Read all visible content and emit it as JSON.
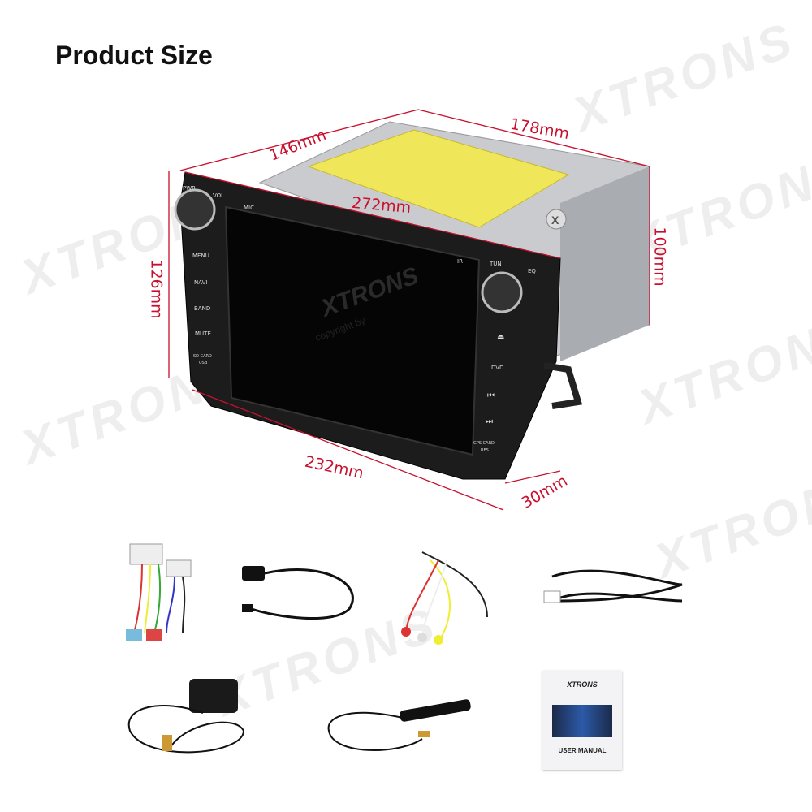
{
  "title": "Product Size",
  "watermark": "XTRONS",
  "dimensions": {
    "depth_top": "146mm",
    "length_top": "178mm",
    "width_top": "272mm",
    "height_right": "100mm",
    "height_left": "126mm",
    "width_bottom": "232mm",
    "depth_bottom": "30mm"
  },
  "head_unit": {
    "left_labels": [
      "PWR",
      "VOL",
      "MIC"
    ],
    "left_buttons": [
      "MENU",
      "NAVI",
      "BAND",
      "MUTE",
      "SD CARD",
      "USB"
    ],
    "right_labels": [
      "TUN",
      "EQ",
      "IR"
    ],
    "right_buttons": [
      "⏏",
      "DVD",
      "⏮",
      "⏭",
      "GPS CARD",
      "RES"
    ],
    "screen_watermark": "XTRONS",
    "screen_copyright": "copyright by"
  },
  "accessories": [
    {
      "name": "power-harness"
    },
    {
      "name": "usb-cable"
    },
    {
      "name": "rca-harness"
    },
    {
      "name": "extension-cable"
    },
    {
      "name": "gps-antenna"
    },
    {
      "name": "dab-antenna"
    },
    {
      "name": "user-manual",
      "brand": "XTRONS",
      "label": "USER MANUAL"
    }
  ],
  "colors": {
    "dimension": "#c8102e",
    "label": "#f0e65a"
  }
}
